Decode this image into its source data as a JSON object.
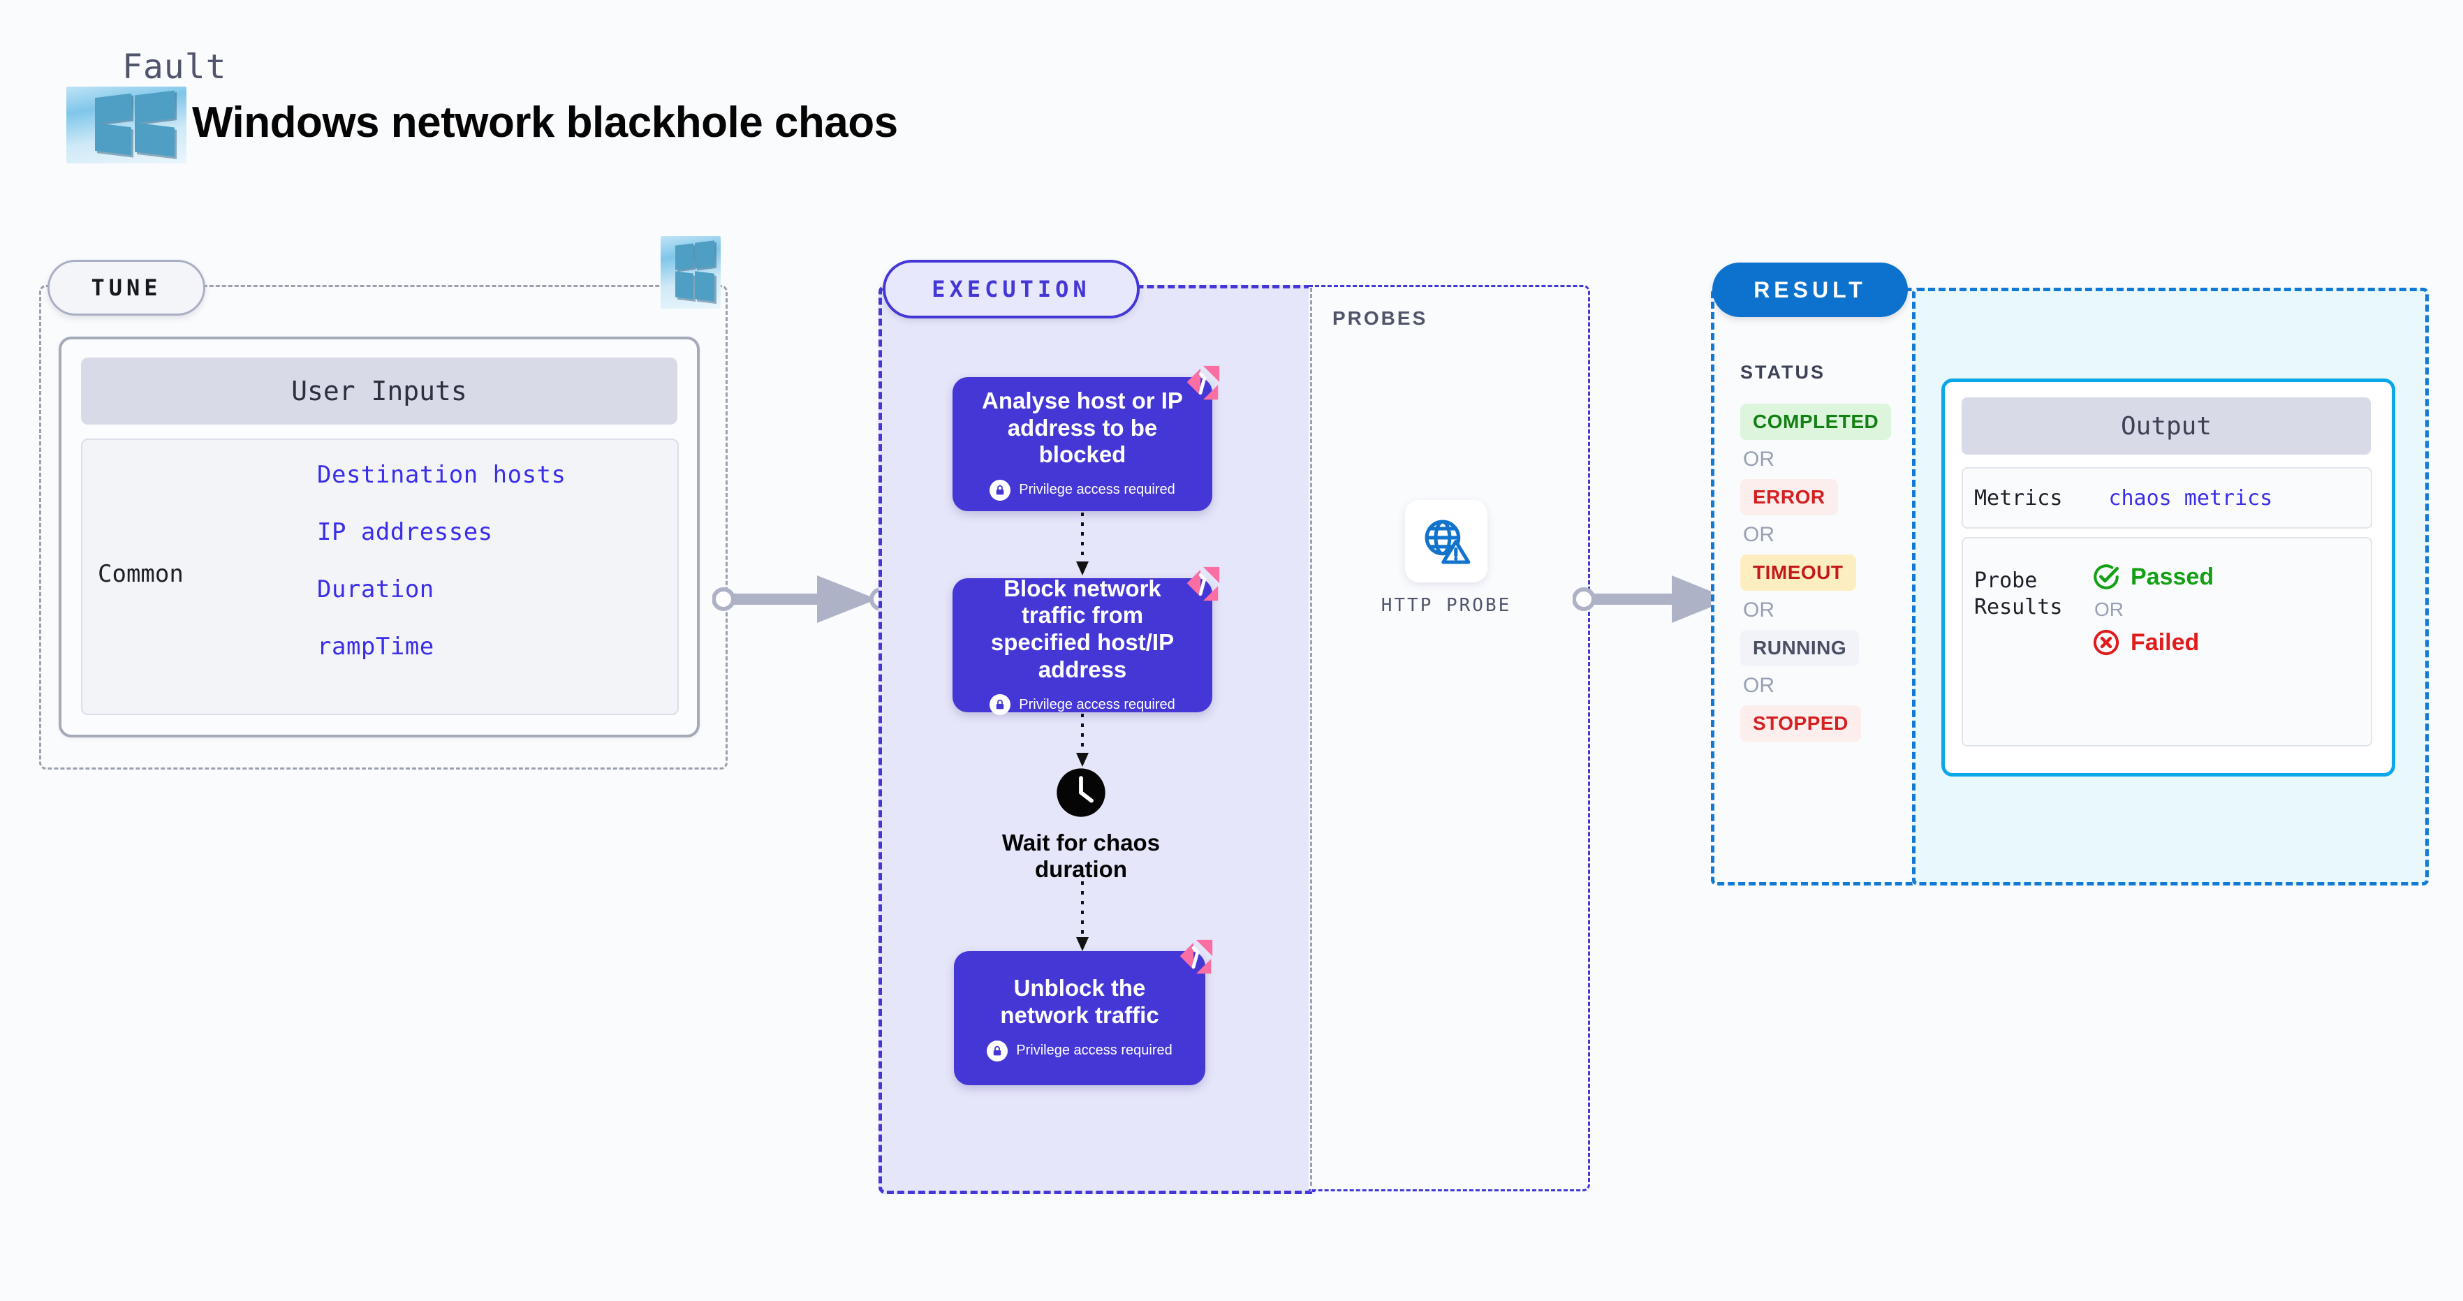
{
  "header": {
    "kicker": "Fault",
    "title": "Windows network blackhole chaos",
    "logo_icon": "windows-logo-icon"
  },
  "tune": {
    "pill_label": "TUNE",
    "card_title": "User Inputs",
    "group_label": "Common",
    "params": [
      "Destination hosts",
      "IP addresses",
      "Duration",
      "rampTime"
    ],
    "logo_icon": "windows-logo-icon"
  },
  "execution": {
    "pill_label": "EXECUTION",
    "privilege_note": "Privilege access required",
    "nodes": [
      {
        "title": "Analyse host or IP address to be blocked",
        "privileged": true,
        "badge_icon": "litmus-chaos-icon"
      },
      {
        "title": "Block network traffic from specified host/IP address",
        "privileged": true,
        "badge_icon": "litmus-chaos-icon"
      },
      {
        "title": "Unblock the network traffic",
        "privileged": true,
        "badge_icon": "litmus-chaos-icon"
      }
    ],
    "wait_node": {
      "title": "Wait for chaos duration",
      "icon": "clock-icon"
    }
  },
  "probes": {
    "section_label": "PROBES",
    "items": [
      {
        "label": "HTTP PROBE",
        "icon": "globe-warning-icon"
      }
    ]
  },
  "result": {
    "pill_label": "RESULT",
    "status_label": "STATUS",
    "or_label": "OR",
    "statuses": [
      {
        "text": "COMPLETED",
        "bg": "#ddf5dd",
        "fg": "#138013"
      },
      {
        "text": "ERROR",
        "bg": "#fdeeee",
        "fg": "#d42020"
      },
      {
        "text": "TIMEOUT",
        "bg": "#fdeec2",
        "fg": "#c21b1b"
      },
      {
        "text": "RUNNING",
        "bg": "#f2f3f8",
        "fg": "#4a4f63"
      },
      {
        "text": "STOPPED",
        "bg": "#fdeeee",
        "fg": "#d42020"
      }
    ],
    "output": {
      "title": "Output",
      "metrics_key": "Metrics",
      "metrics_value": "chaos metrics",
      "probe_results_key": "Probe Results",
      "passed_label": "Passed",
      "failed_label": "Failed",
      "or_label": "OR",
      "passed_icon": "check-circle-icon",
      "failed_icon": "x-circle-icon"
    }
  },
  "colors": {
    "accent_execution": "#4437d6",
    "accent_result": "#0c72cd",
    "accent_output": "#0aa8e8",
    "param_text": "#3a2ee8",
    "passed": "#14a014",
    "failed": "#e01b1b",
    "connector": "#aeb2c6"
  }
}
